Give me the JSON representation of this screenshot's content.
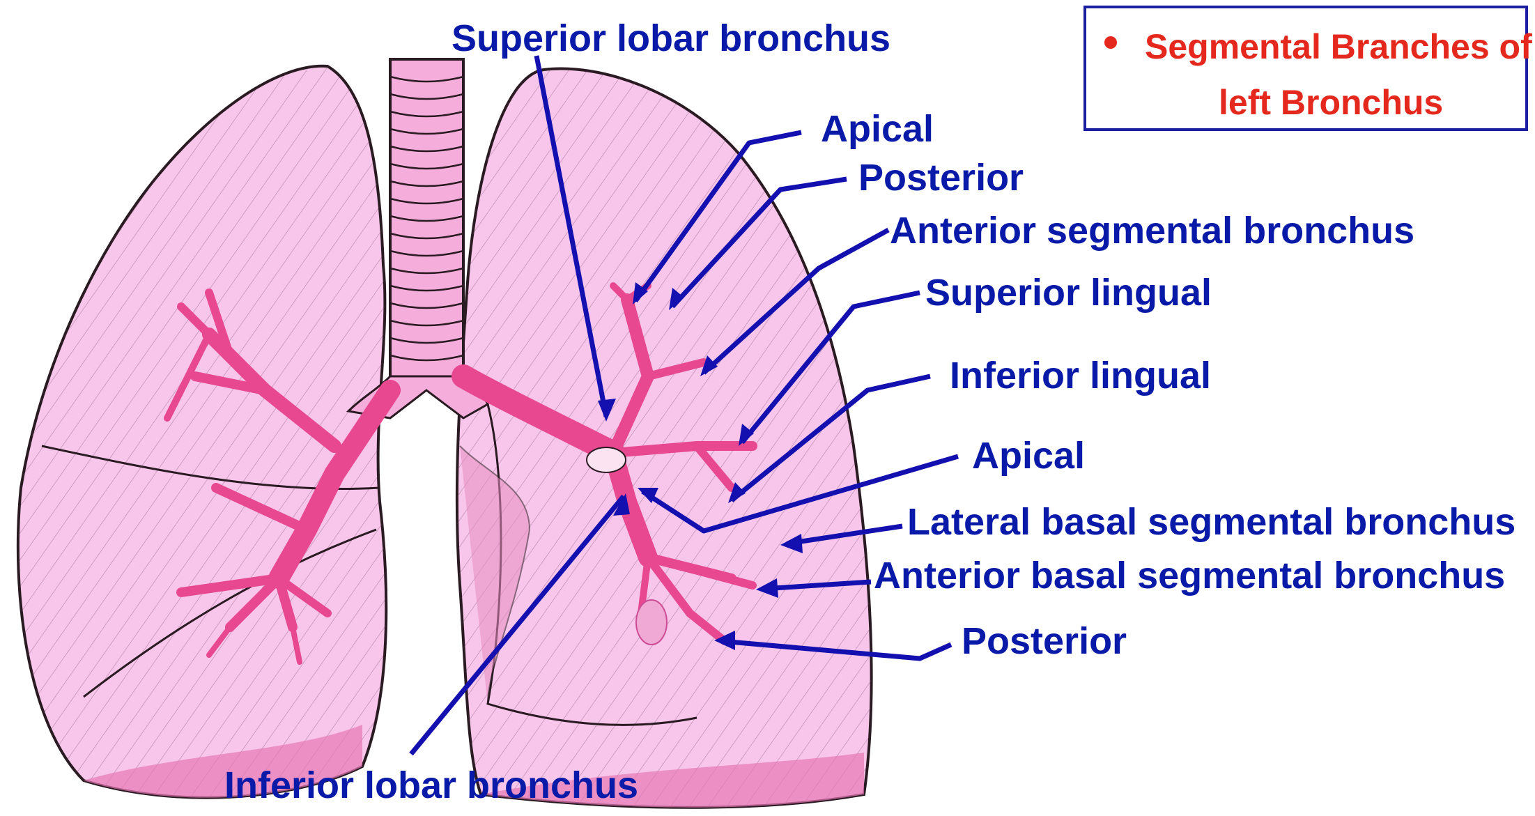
{
  "legend": {
    "line1": "Segmental Branches of",
    "line2": "left Bronchus",
    "color": "#e5281d"
  },
  "labels": {
    "superior_lobar_bronchus": "Superior lobar bronchus",
    "apical_upper": "Apical",
    "posterior_upper": "Posterior",
    "anterior_segmental_bronchus": "Anterior segmental bronchus",
    "superior_lingual": "Superior lingual",
    "inferior_lingual": "Inferior lingual",
    "apical_lower": "Apical",
    "lateral_basal_segmental_bronchus": "Lateral basal segmental bronchus",
    "anterior_basal_segmental_bronchus": "Anterior basal segmental bronchus",
    "posterior_lower": "Posterior",
    "inferior_lobar_bronchus": "Inferior lobar bronchus"
  },
  "colors": {
    "label": "#0a1aa8",
    "leader": "#1410b0",
    "lung_fill": "#f7c6ea",
    "bronchus": "#e8488f",
    "outline": "#2a1a22"
  }
}
